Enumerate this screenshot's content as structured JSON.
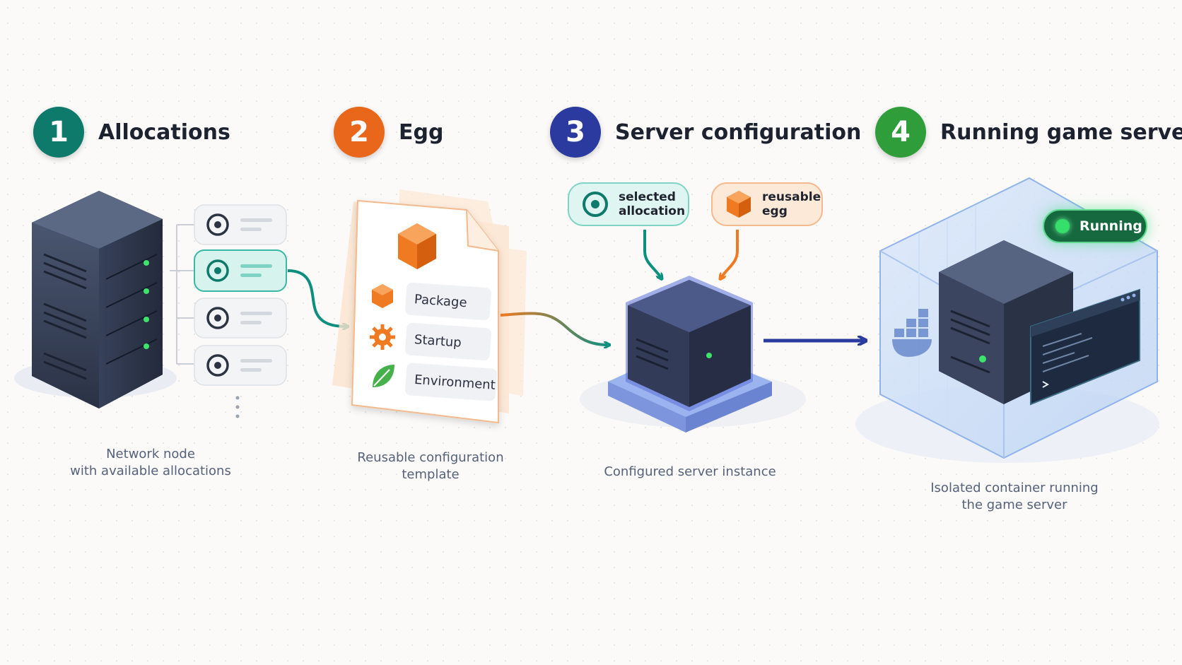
{
  "steps": [
    {
      "number": "1",
      "title": "Allocations",
      "color": "#0d7a6b"
    },
    {
      "number": "2",
      "title": "Egg",
      "color": "#e8671a"
    },
    {
      "number": "3",
      "title": "Server configuration",
      "color": "#2a3a9e"
    },
    {
      "number": "4",
      "title": "Running game server",
      "color": "#2f9e3a"
    }
  ],
  "egg": {
    "items": [
      {
        "label": "Package",
        "icon": "cube-icon"
      },
      {
        "label": "Startup",
        "icon": "gear-icon"
      },
      {
        "label": "Environment",
        "icon": "leaf-icon"
      }
    ]
  },
  "callouts": {
    "allocation": {
      "line1": "selected",
      "line2": "allocation",
      "icon": "target-icon"
    },
    "egg": {
      "line1": "reusable",
      "line2": "egg",
      "icon": "cube-icon"
    }
  },
  "status": {
    "label": "Running",
    "color": "#35e06a"
  },
  "captions": {
    "node": {
      "line1": "Network node",
      "line2": "with available allocations"
    },
    "template": {
      "line1": "Reusable configuration",
      "line2": "template"
    },
    "instance": {
      "line1": "Configured server instance"
    },
    "container": {
      "line1": "Isolated container running",
      "line2": "the game server"
    }
  },
  "colors": {
    "teal": "#0d8f80",
    "orange": "#f07a22",
    "navy": "#2a3a9e",
    "green": "#2f9e3a"
  }
}
